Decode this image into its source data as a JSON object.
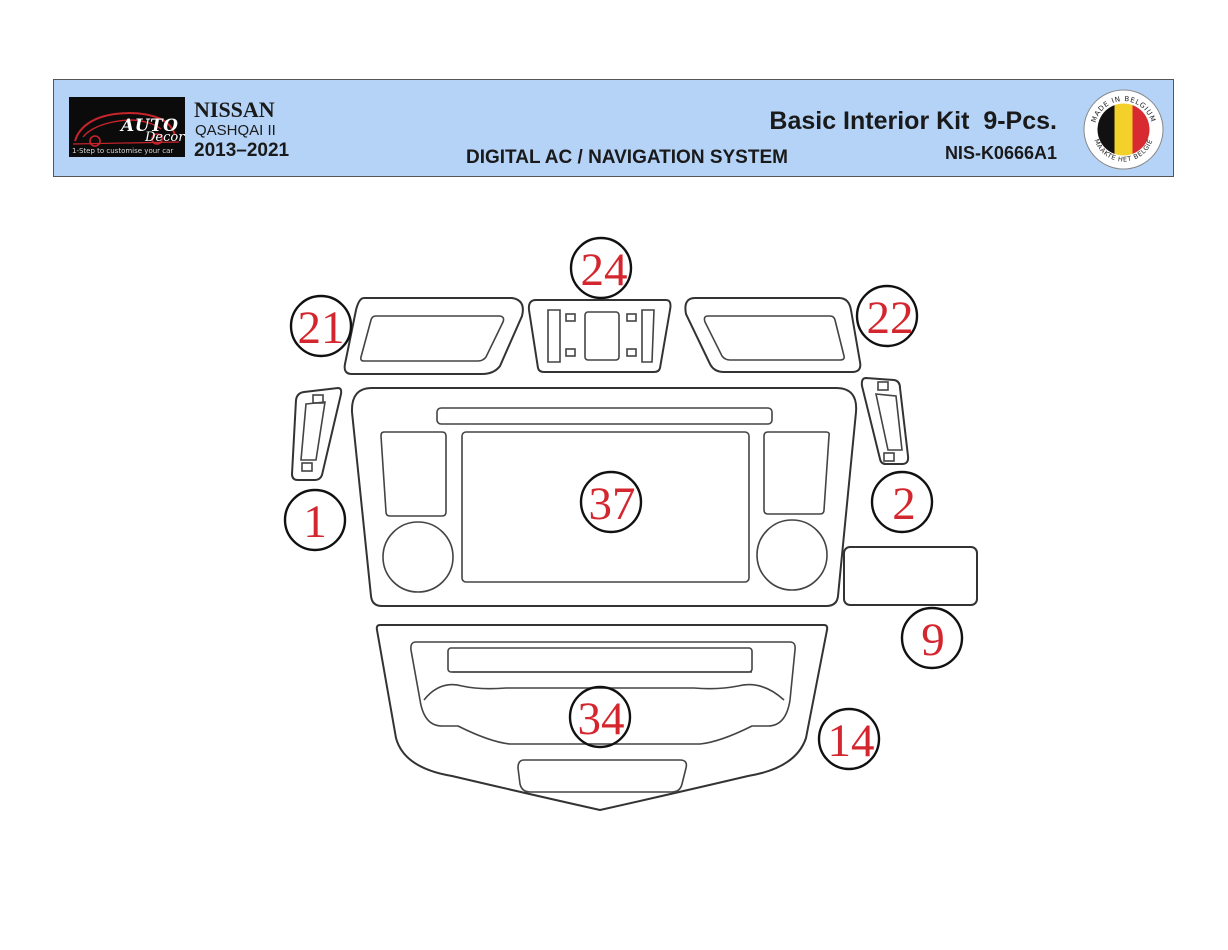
{
  "header": {
    "logo": {
      "main": "AUTO",
      "sub": "Decor",
      "tagline": "1-Step to customise your car"
    },
    "make": "NISSAN",
    "model": "QASHQAI II",
    "years": "2013–2021",
    "system": "DIGITAL AC / NAVIGATION SYSTEM",
    "kit_title": "Basic Interior Kit  9-Pcs.",
    "product_code": "NIS-K0666A1",
    "badge": {
      "top_text": "MADE IN BELGIUM",
      "bottom_text": "MAAKTE HET BELGIË",
      "flag_colors": [
        "#111111",
        "#f4d02a",
        "#d72b31"
      ]
    }
  },
  "parts": [
    {
      "id": "part-1",
      "label": "1"
    },
    {
      "id": "part-2",
      "label": "2"
    },
    {
      "id": "part-9",
      "label": "9"
    },
    {
      "id": "part-14",
      "label": "14"
    },
    {
      "id": "part-21",
      "label": "21"
    },
    {
      "id": "part-22",
      "label": "22"
    },
    {
      "id": "part-24",
      "label": "24"
    },
    {
      "id": "part-34",
      "label": "34"
    },
    {
      "id": "part-37",
      "label": "37"
    }
  ],
  "colors": {
    "header_bg": "#b4d3f7",
    "label_red": "#d4262e",
    "outline": "#333333"
  }
}
